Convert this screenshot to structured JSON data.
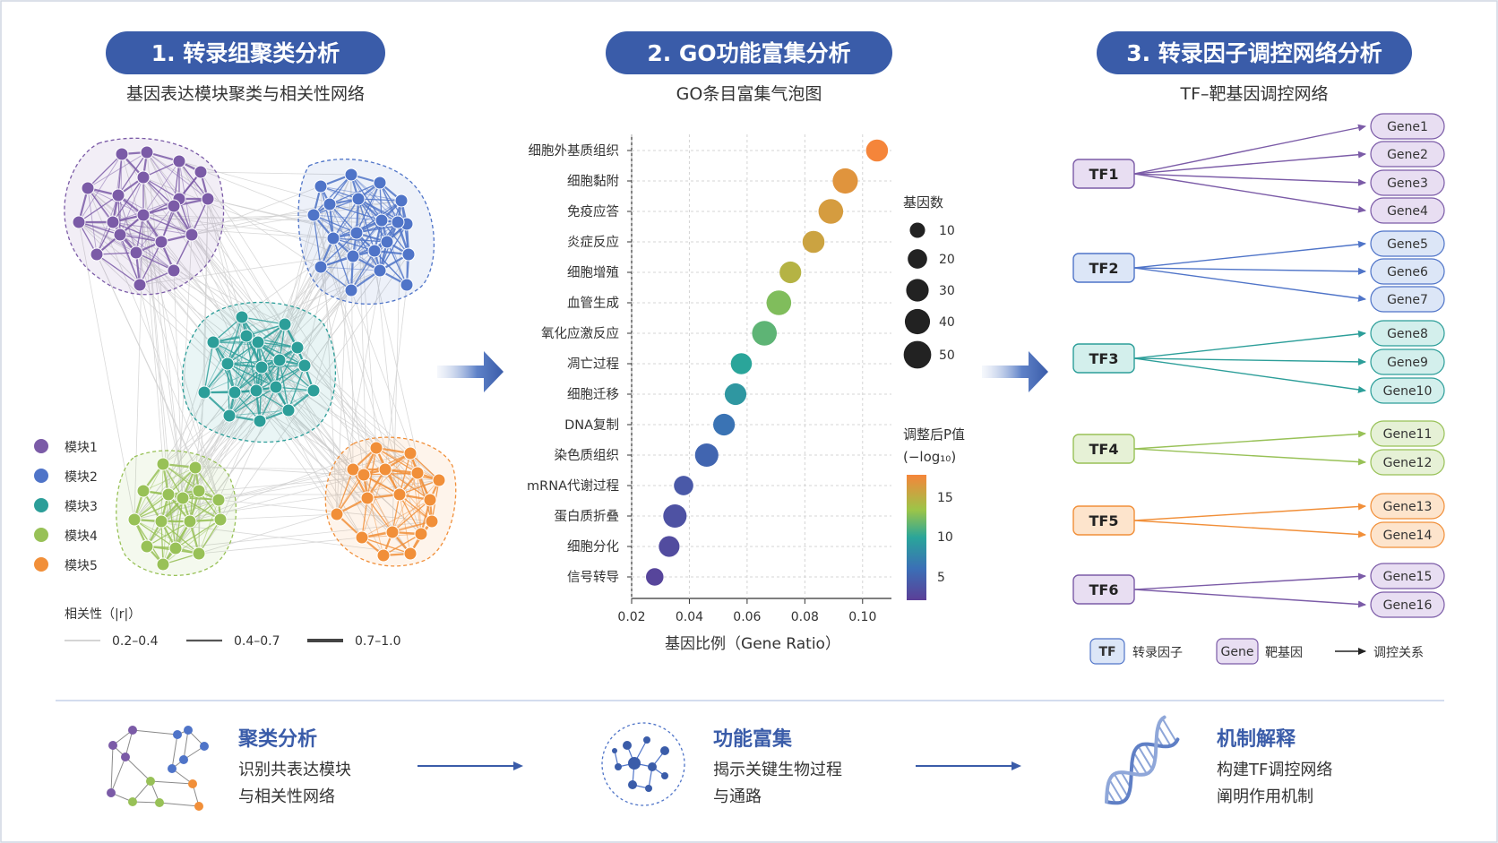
{
  "colors": {
    "primary_blue": "#3a5ca9",
    "module1": "#7b5ba7",
    "module2": "#4f74c8",
    "module3": "#2c9e99",
    "module4": "#98c157",
    "module5": "#f18f39"
  },
  "section1": {
    "title": "1. 转录组聚类分析",
    "subtitle": "基因表达模块聚类与相关性网络",
    "legend": [
      {
        "label": "模块1",
        "color": "#7b5ba7"
      },
      {
        "label": "模块2",
        "color": "#4f74c8"
      },
      {
        "label": "模块3",
        "color": "#2c9e99"
      },
      {
        "label": "模块4",
        "color": "#98c157"
      },
      {
        "label": "模块5",
        "color": "#f18f39"
      }
    ],
    "corr_title": "相关性（|r|）",
    "corr_items": [
      "0.2–0.4",
      "0.4–0.7",
      "0.7–1.0"
    ]
  },
  "section2": {
    "title": "2. GO功能富集分析",
    "subtitle": "GO条目富集气泡图",
    "size_legend_title": "基因数",
    "size_legend": [
      "10",
      "20",
      "30",
      "40",
      "50"
    ],
    "color_legend_title": "调整后P值",
    "color_legend_title2": "(−log₁₀)",
    "color_ticks": [
      "15",
      "10",
      "5"
    ]
  },
  "chart_data": {
    "type": "scatter",
    "xlabel": "基因比例（Gene Ratio）",
    "xlim": [
      0.02,
      0.11
    ],
    "xticks": [
      "0.02",
      "0.04",
      "0.06",
      "0.08",
      "0.10"
    ],
    "categories": [
      "细胞外基质组织",
      "细胞黏附",
      "免疫应答",
      "炎症反应",
      "细胞增殖",
      "血管生成",
      "氧化应激反应",
      "凋亡过程",
      "细胞迁移",
      "DNA复制",
      "染色质组织",
      "mRNA代谢过程",
      "蛋白质折叠",
      "细胞分化",
      "信号转导"
    ],
    "x": [
      0.105,
      0.094,
      0.089,
      0.083,
      0.075,
      0.071,
      0.066,
      0.058,
      0.056,
      0.052,
      0.046,
      0.038,
      0.035,
      0.033,
      0.028
    ],
    "gene_count": [
      28,
      40,
      38,
      28,
      27,
      38,
      38,
      25,
      27,
      27,
      33,
      20,
      33,
      24,
      15
    ],
    "neg_log10_padj": [
      17,
      16,
      15.5,
      15,
      14,
      12,
      11,
      9.5,
      8.5,
      6,
      5,
      4,
      3.5,
      3,
      2.5
    ],
    "color_range": [
      2,
      17
    ]
  },
  "section3": {
    "title": "3. 转录因子调控网络分析",
    "subtitle": "TF–靶基因调控网络",
    "tfs": [
      {
        "name": "TF1",
        "color": "#7b5ba7",
        "genes": [
          "Gene1",
          "Gene2",
          "Gene3",
          "Gene4"
        ]
      },
      {
        "name": "TF2",
        "color": "#4f74c8",
        "genes": [
          "Gene5",
          "Gene6",
          "Gene7"
        ]
      },
      {
        "name": "TF3",
        "color": "#2c9e99",
        "genes": [
          "Gene8",
          "Gene9",
          "Gene10"
        ]
      },
      {
        "name": "TF4",
        "color": "#98c157",
        "genes": [
          "Gene11",
          "Gene12"
        ]
      },
      {
        "name": "TF5",
        "color": "#f18f39",
        "genes": [
          "Gene13",
          "Gene14"
        ]
      },
      {
        "name": "TF6",
        "color": "#7b5ba7",
        "genes": [
          "Gene15",
          "Gene16"
        ]
      }
    ],
    "legend": {
      "tf_box": "TF",
      "tf_label": "转录因子",
      "gene_box": "Gene",
      "gene_label": "靶基因",
      "arrow_label": "调控关系"
    }
  },
  "bottom": [
    {
      "title": "聚类分析",
      "line1": "识别共表达模块",
      "line2": "与相关性网络"
    },
    {
      "title": "功能富集",
      "line1": "揭示关键生物过程",
      "line2": "与通路"
    },
    {
      "title": "机制解释",
      "line1": "构建TF调控网络",
      "line2": "阐明作用机制"
    }
  ]
}
